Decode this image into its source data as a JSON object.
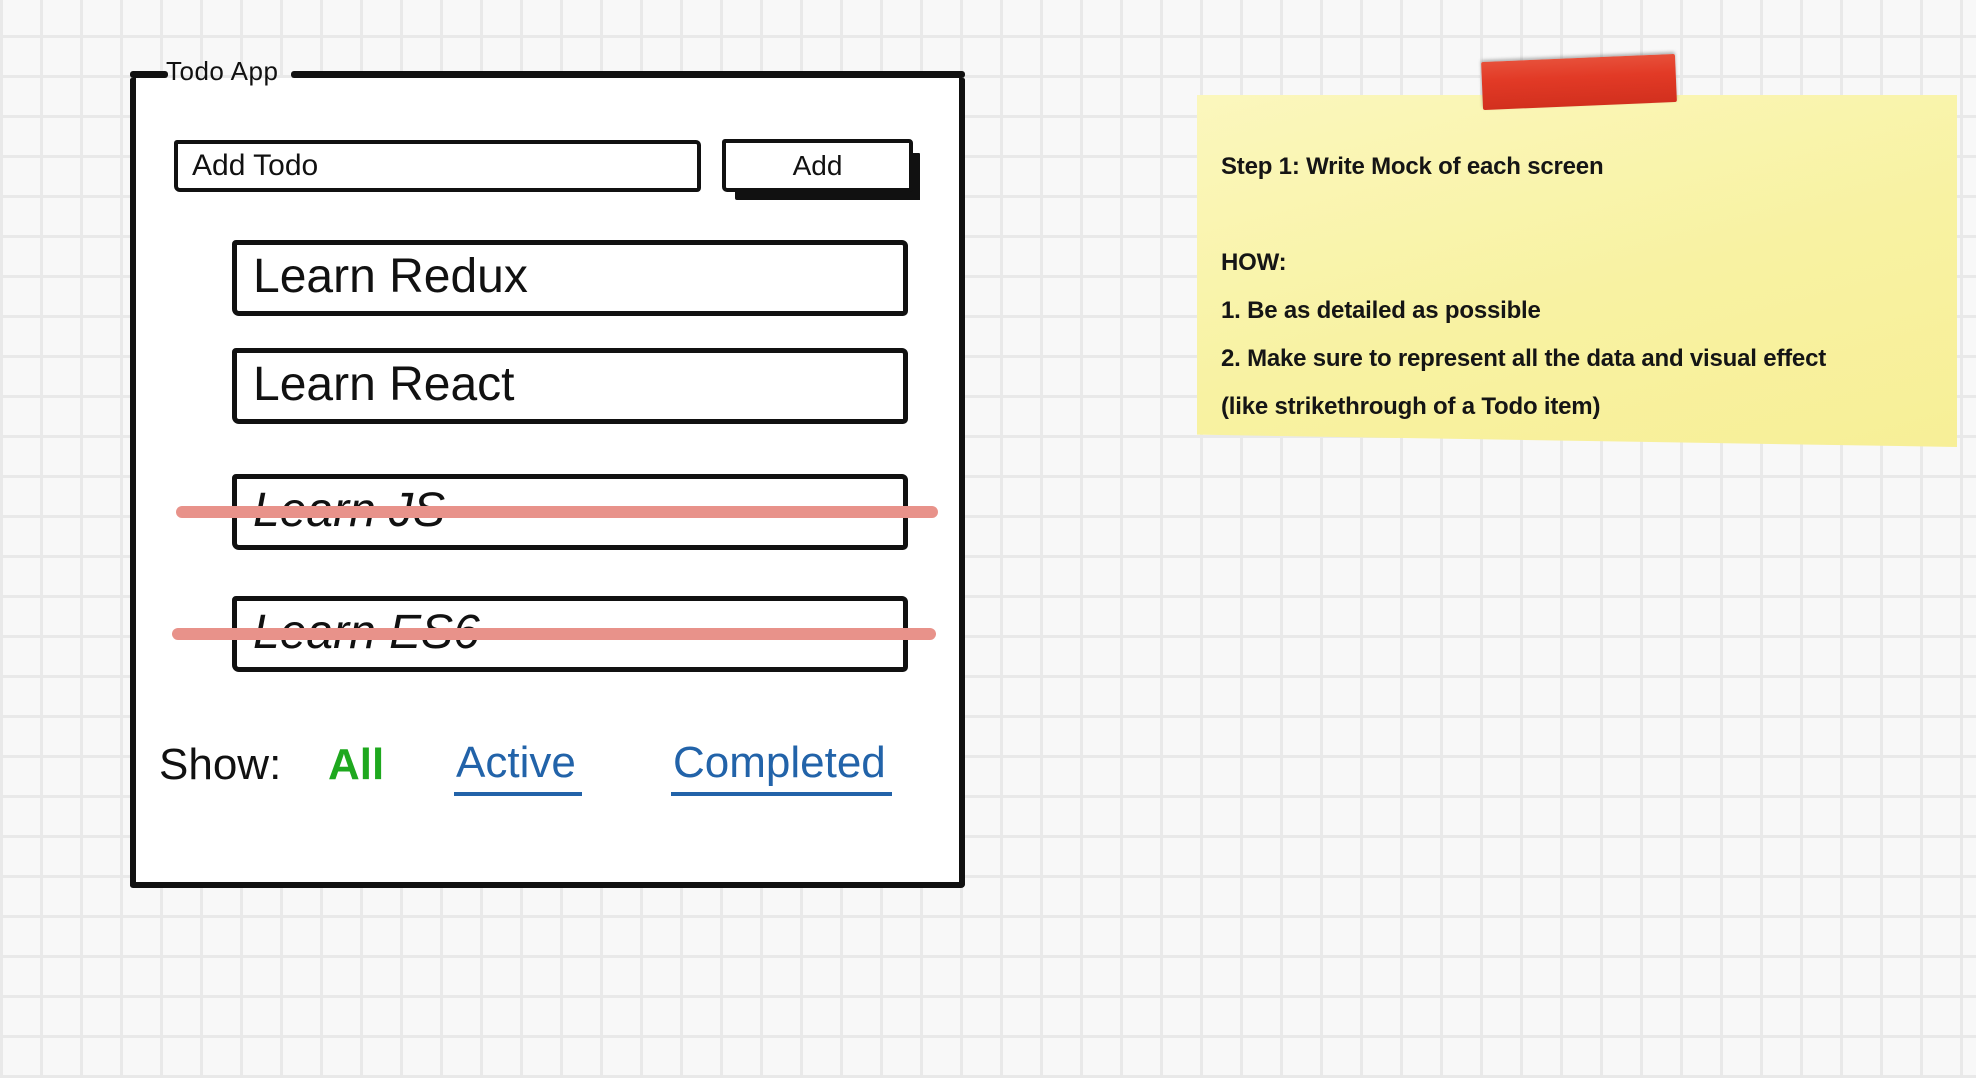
{
  "todo_app": {
    "frame_label": "Todo App",
    "input": {
      "value": "Add Todo"
    },
    "add_button_label": "Add",
    "todos": [
      {
        "label": "Learn Redux",
        "completed": false
      },
      {
        "label": "Learn React",
        "completed": false
      },
      {
        "label": "Learn JS",
        "completed": true
      },
      {
        "label": "Learn ES6",
        "completed": true
      }
    ],
    "filters": {
      "label": "Show:",
      "selected": "All",
      "options": [
        {
          "label": "All",
          "selected": true
        },
        {
          "label": "Active",
          "selected": false
        },
        {
          "label": "Completed",
          "selected": false
        }
      ]
    }
  },
  "sticky_note": {
    "lines": [
      "Step 1: Write Mock of each screen",
      "",
      "HOW:",
      "1. Be as detailed as possible",
      "2. Make sure to represent all the data and visual effect",
      "(like strikethrough of a Todo item)"
    ]
  },
  "colors": {
    "ink": "#111111",
    "strikethrough_salmon": "#e8928a",
    "filter_all_green": "#1ea81e",
    "filter_link_blue": "#2263a9",
    "note_yellow": "#f8f2a0",
    "tape_red": "#e23a26",
    "grid_line": "#e9e9e9",
    "grid_tile": "#f8f8f8"
  }
}
